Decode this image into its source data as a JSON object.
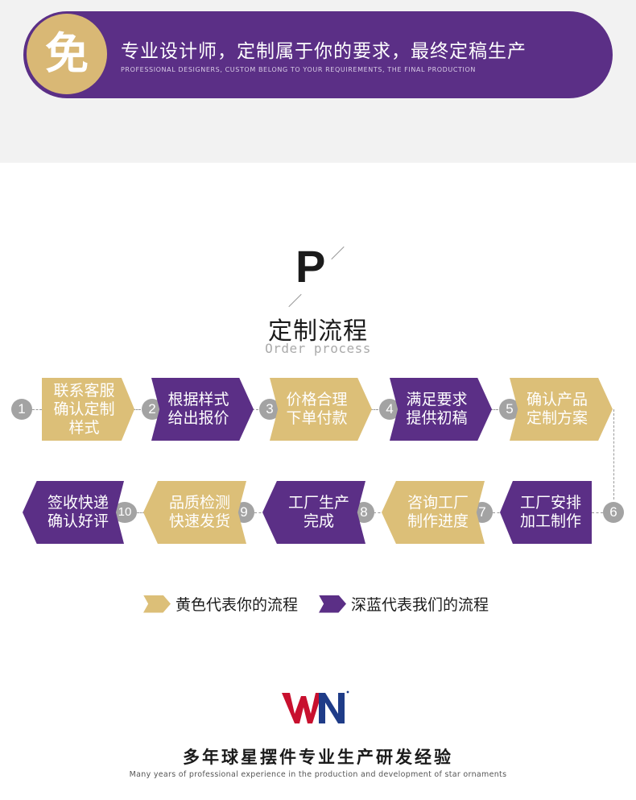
{
  "banner": {
    "badge_char": "免",
    "title": "专业设计师，定制属于你的要求，最终定稿生产",
    "subtitle": "PROFESSIONAL DESIGNERS, CUSTOM BELONG TO YOUR REQUIREMENTS, THE FINAL PRODUCTION"
  },
  "heading": {
    "letter": "P",
    "title": "定制流程",
    "subtitle": "Order process"
  },
  "steps": [
    {
      "num": "1",
      "line1": "联系客服",
      "line2": "确认定制",
      "line3": "样式",
      "color": "#dcbf78"
    },
    {
      "num": "2",
      "line1": "根据样式",
      "line2": "给出报价",
      "color": "#5b2f86"
    },
    {
      "num": "3",
      "line1": "价格合理",
      "line2": "下单付款",
      "color": "#dcbf78"
    },
    {
      "num": "4",
      "line1": "满足要求",
      "line2": "提供初稿",
      "color": "#5b2f86"
    },
    {
      "num": "5",
      "line1": "确认产品",
      "line2": "定制方案",
      "color": "#dcbf78"
    },
    {
      "num": "6",
      "line1": "工厂安排",
      "line2": "加工制作",
      "color": "#5b2f86"
    },
    {
      "num": "7",
      "line1": "咨询工厂",
      "line2": "制作进度",
      "color": "#dcbf78"
    },
    {
      "num": "8",
      "line1": "工厂生产",
      "line2": "完成",
      "color": "#5b2f86"
    },
    {
      "num": "9",
      "line1": "品质检测",
      "line2": "快速发货",
      "color": "#dcbf78"
    },
    {
      "num": "10",
      "line1": "签收快递",
      "line2": "确认好评",
      "color": "#5b2f86"
    }
  ],
  "legend": {
    "yellow": "黄色代表你的流程",
    "blue": "深蓝代表我们的流程"
  },
  "footer": {
    "logo_text": "WN",
    "title": "多年球星摆件专业生产研发经验",
    "subtitle": "Many years of professional experience in the production and development of star ornaments"
  },
  "colors": {
    "purple": "#5b2f86",
    "gold": "#dcbf78",
    "logo_red": "#c8102e",
    "logo_blue": "#1f3c88"
  }
}
